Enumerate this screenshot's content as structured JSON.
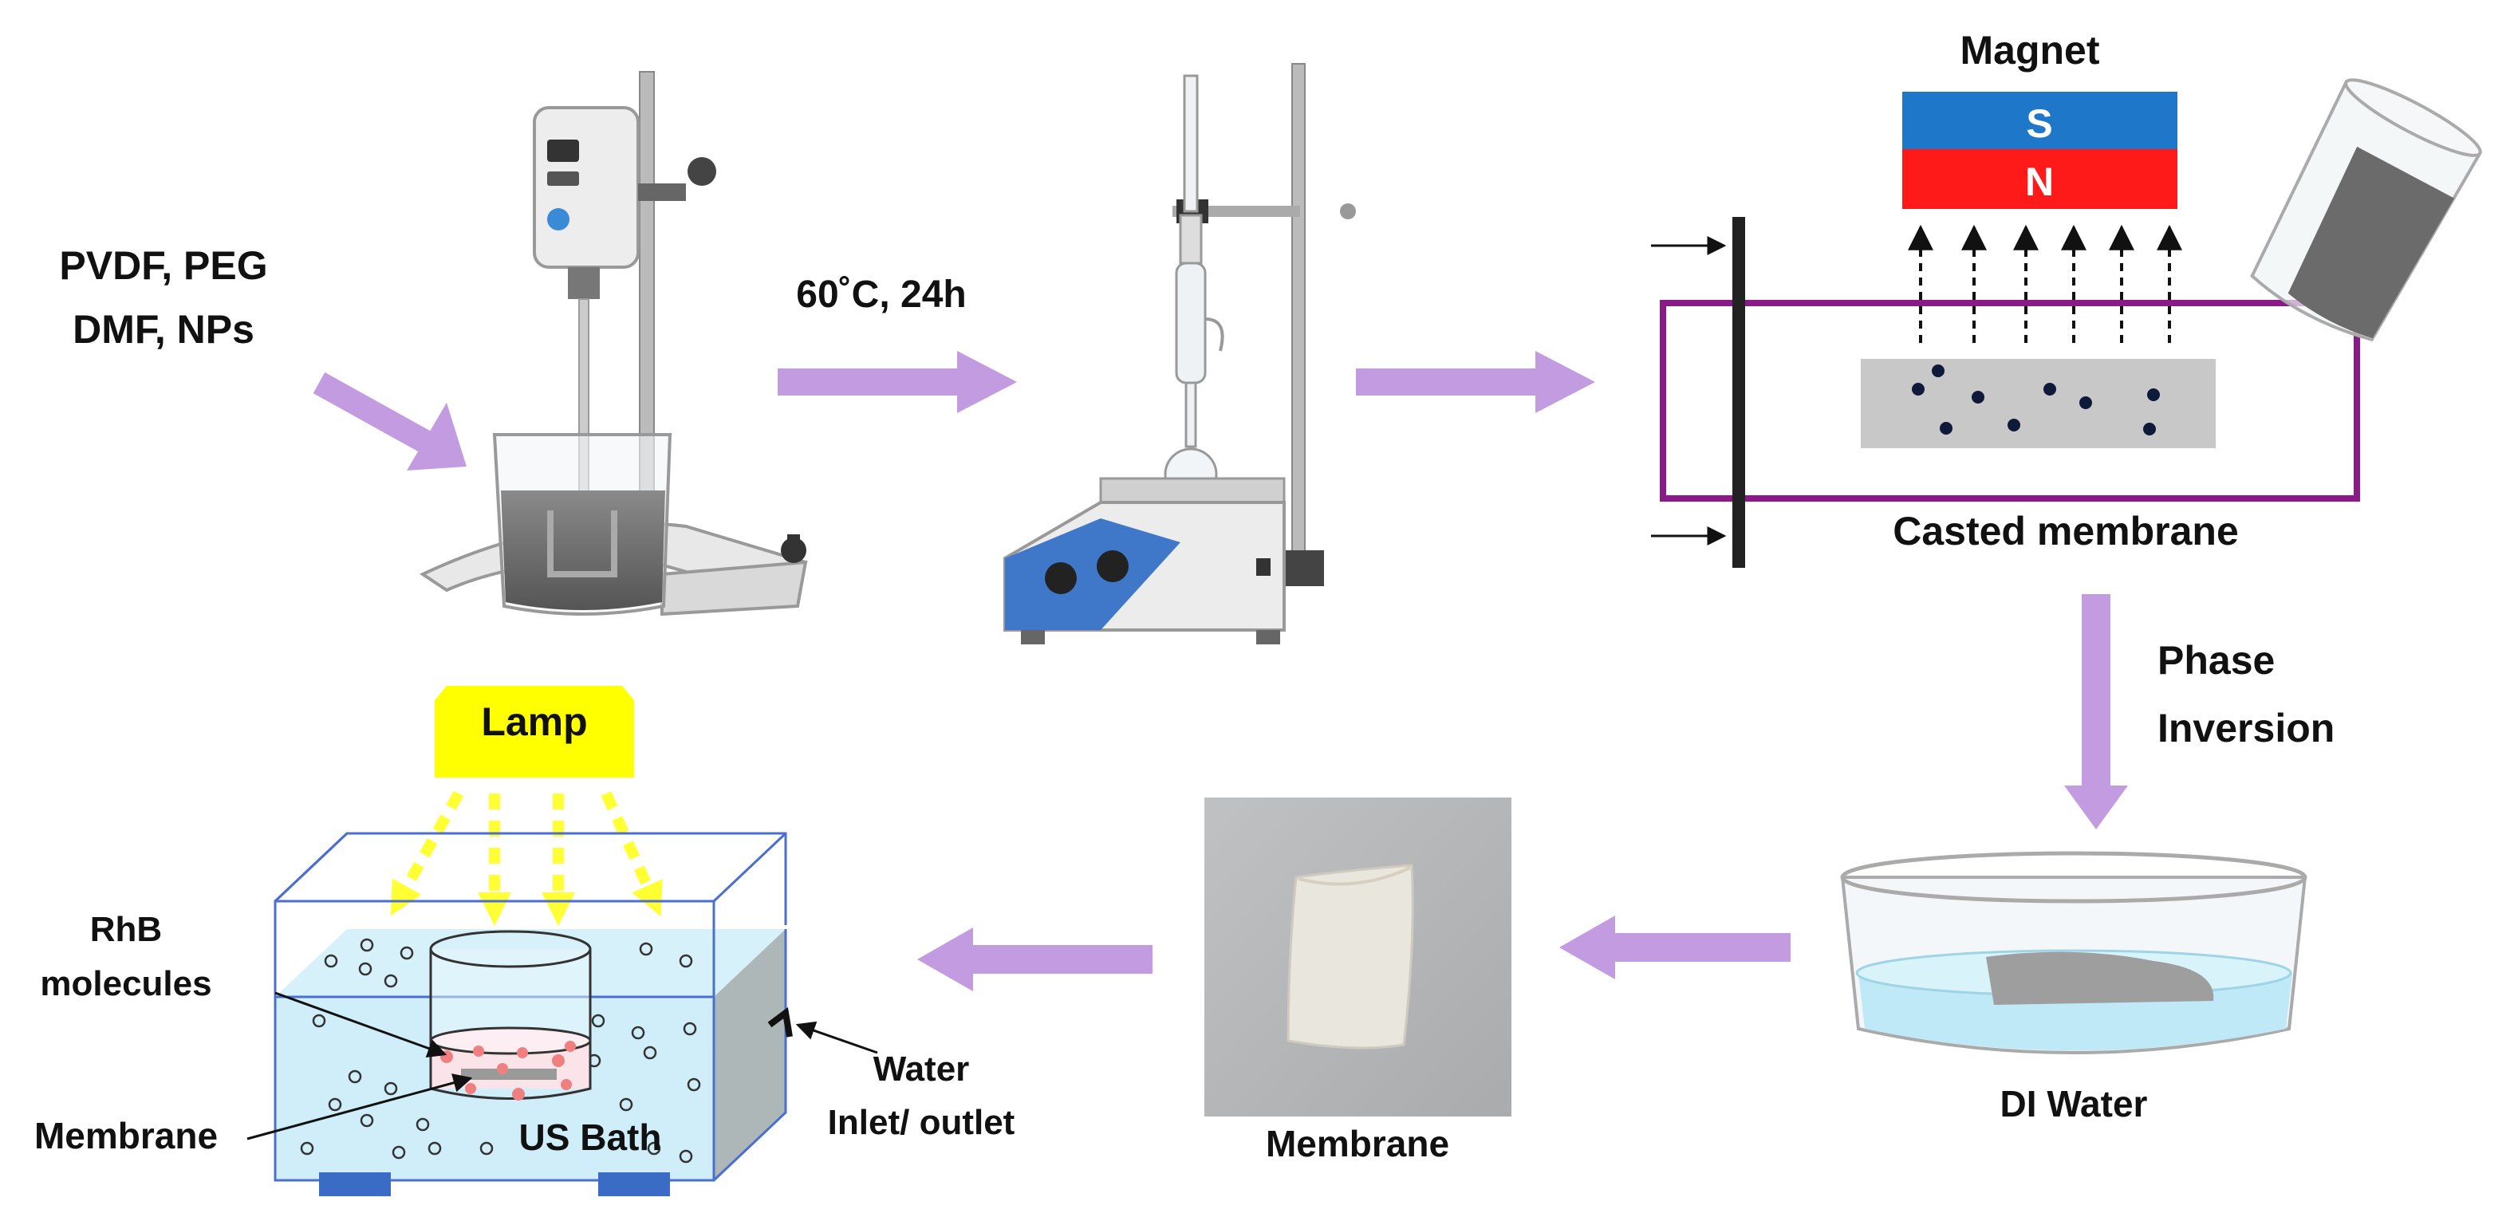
{
  "colors": {
    "flow_arrow": "#c39be0",
    "magnet_s": "#1f77c9",
    "magnet_n": "#ff1a1a",
    "mold_border": "#8b1a89",
    "membrane_sheet": "#c8c8c8",
    "lamp_fill": "#ffff00",
    "light_ray": "#ffff33",
    "bath_water": "#cfeefa",
    "bath_edge": "#4a6fd0",
    "rhb_dot": "#f08080",
    "text": "#111111"
  },
  "labels": {
    "reagents_line1": "PVDF, PEG",
    "reagents_line2": "DMF, NPs",
    "condition": "60˚C, 24h",
    "magnet_title": "Magnet",
    "magnet_s": "S",
    "magnet_n": "N",
    "casted_membrane": "Casted membrane",
    "phase_inversion_line1": "Phase",
    "phase_inversion_line2": "Inversion",
    "di_water": "DI Water",
    "membrane_photo": "Membrane",
    "lamp": "Lamp",
    "rhb_line1": "RhB",
    "rhb_line2": "molecules",
    "membrane_inside": "Membrane",
    "us_bath": "US Bath",
    "water_line1": "Water",
    "water_line2": "Inlet/ outlet"
  },
  "icons": {
    "stirrer": "overhead-stirrer-icon",
    "hotplate": "hotplate-reflux-setup-icon",
    "beaker": "tilted-beaker-icon",
    "petri": "petri-dish-icon",
    "photo": "membrane-photo"
  }
}
